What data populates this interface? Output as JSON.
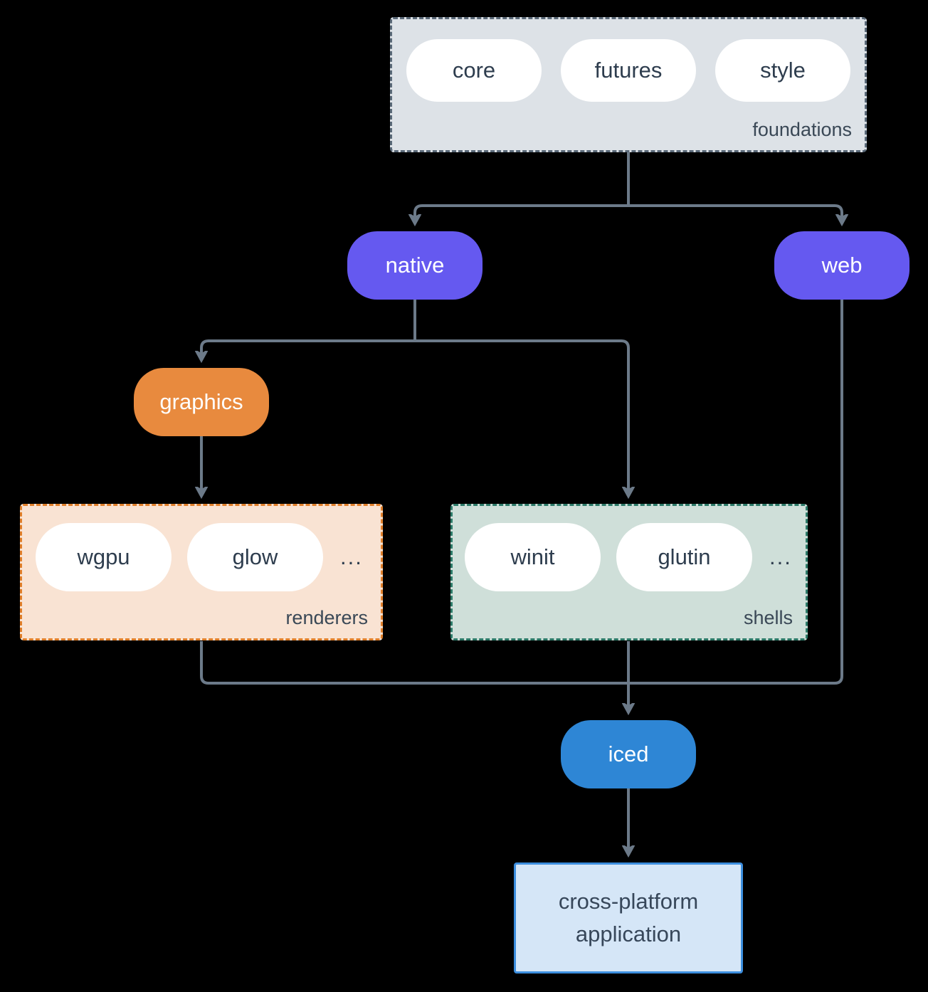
{
  "colors": {
    "background": "#000000",
    "connector": "#6c7a89",
    "purple_node": "#6559f0",
    "orange_node": "#e88a3e",
    "blue_node": "#2e86d5",
    "white_pill": "#ffffff",
    "foundations_fill": "#dde2e7",
    "foundations_border": "#5a6978",
    "renderers_fill": "#f9e3d3",
    "renderers_border": "#e07f2a",
    "shells_fill": "#cfdfd9",
    "shells_border": "#2c7a68",
    "application_fill": "#d5e6f7",
    "application_border": "#3c8ede",
    "dark_text": "#2e3d4e",
    "group_label_text": "#3a4856",
    "light_text": "#ffffff"
  },
  "groups": {
    "foundations": {
      "label": "foundations",
      "items": [
        "core",
        "futures",
        "style"
      ]
    },
    "renderers": {
      "label": "renderers",
      "items": [
        "wgpu",
        "glow"
      ],
      "ellipsis": "..."
    },
    "shells": {
      "label": "shells",
      "items": [
        "winit",
        "glutin"
      ],
      "ellipsis": "..."
    }
  },
  "nodes": {
    "native": {
      "label": "native"
    },
    "web": {
      "label": "web"
    },
    "graphics": {
      "label": "graphics"
    },
    "iced": {
      "label": "iced"
    },
    "application": {
      "line1": "cross-platform",
      "line2": "application"
    }
  },
  "edges": [
    {
      "from": "foundations",
      "to": "native"
    },
    {
      "from": "foundations",
      "to": "web"
    },
    {
      "from": "native",
      "to": "graphics"
    },
    {
      "from": "native",
      "to": "shells"
    },
    {
      "from": "graphics",
      "to": "renderers"
    },
    {
      "from": "renderers",
      "to": "iced"
    },
    {
      "from": "shells",
      "to": "iced"
    },
    {
      "from": "web",
      "to": "iced"
    },
    {
      "from": "iced",
      "to": "application"
    }
  ]
}
